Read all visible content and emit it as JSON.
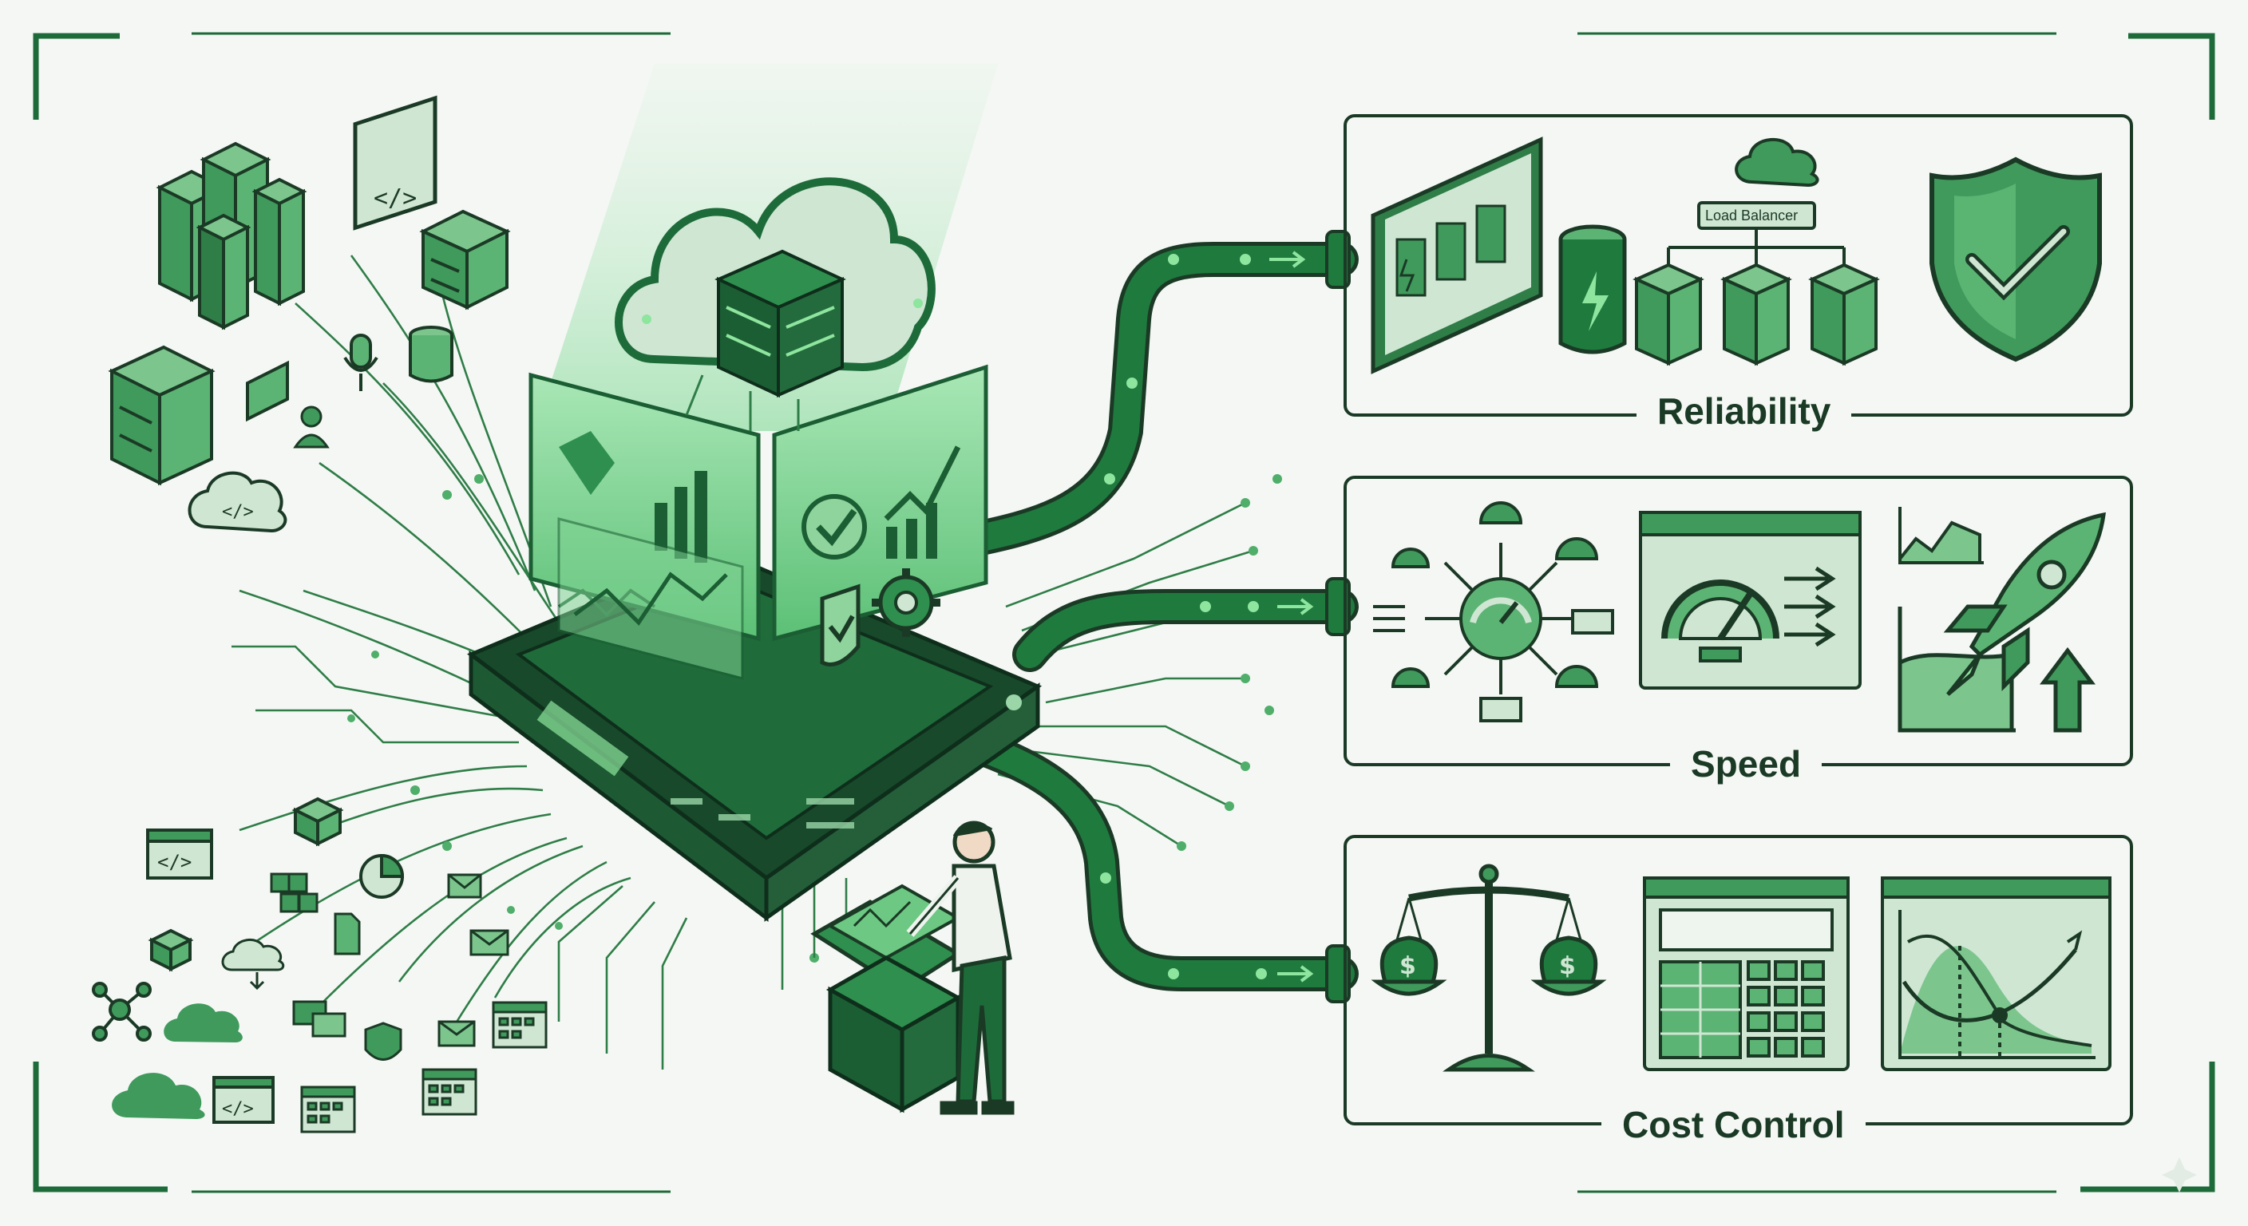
{
  "panels": {
    "reliability": {
      "title": "Reliability",
      "load_balancer_label": "Load Balancer"
    },
    "speed": {
      "title": "Speed"
    },
    "cost": {
      "title": "Cost Control"
    }
  },
  "colors": {
    "dark_green": "#1e6b3a",
    "mid_green": "#3f9a5c",
    "light_green": "#cfe6d3",
    "glow_green": "#7fe08f",
    "background": "#f4f7f4",
    "outline": "#1b3a25"
  },
  "icons": {
    "left_sources": [
      "server-rack-icon",
      "code-window-icon",
      "server-stack-icon",
      "database-icon",
      "microphone-icon",
      "user-icon",
      "cloud-code-icon",
      "calendar-code-icon",
      "cube-icon",
      "pie-chart-icon",
      "document-icon",
      "mail-icon",
      "network-icon",
      "cloud-icon",
      "cloud-download-icon",
      "chat-icon",
      "shield-icon",
      "calendar-icon"
    ],
    "hub": [
      "cloud-server-icon",
      "bar-chart-icon",
      "trend-chart-icon",
      "checkmark-icon",
      "shield-check-icon",
      "gear-icon"
    ],
    "reliability": [
      "dashboard-monitor-icon",
      "battery-icon",
      "load-balancer-icon",
      "shield-check-icon"
    ],
    "speed": [
      "gauge-network-icon",
      "speedometer-window-icon",
      "rocket-icon",
      "growth-chart-icon"
    ],
    "cost": [
      "balance-scale-icon",
      "calculator-icon",
      "cost-curve-chart-icon"
    ]
  }
}
